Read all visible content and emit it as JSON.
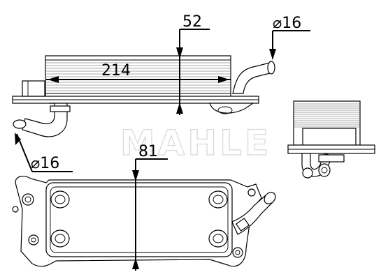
{
  "dimensions": {
    "height_top": "52",
    "length_top": "214",
    "pipe_dia_right": "⌀16",
    "pipe_dia_left": "⌀16",
    "width_bottom": "81"
  },
  "watermark": "MAHLE",
  "colors": {
    "line": "#000000",
    "watermark": "#e8e8e8"
  }
}
